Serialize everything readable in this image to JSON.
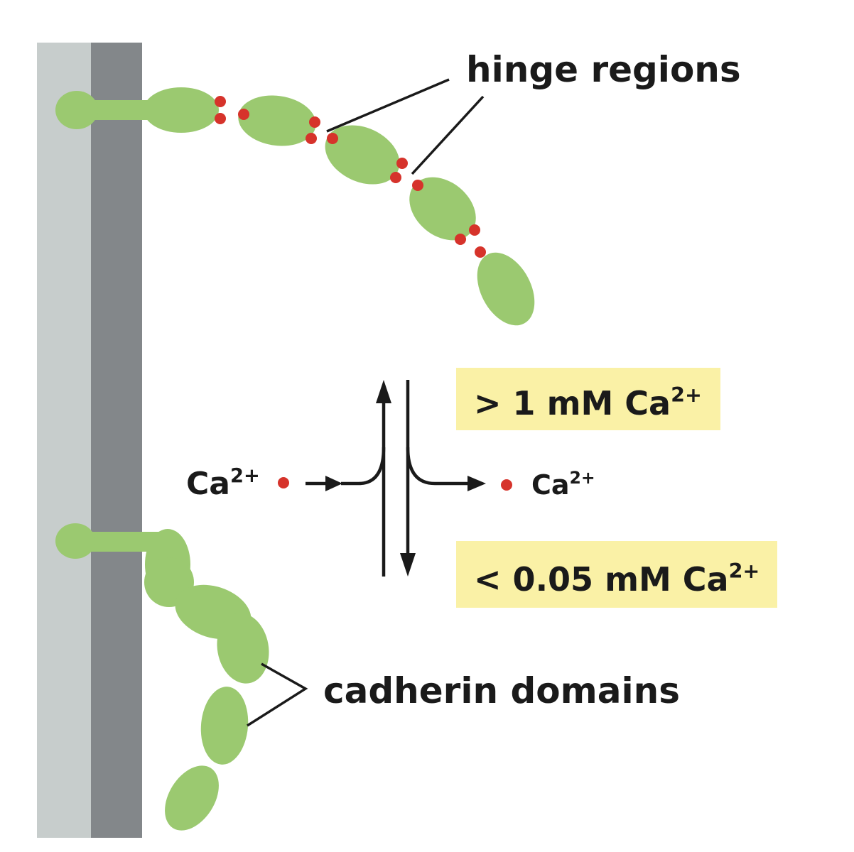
{
  "labels": {
    "hinge_regions": "hinge regions",
    "cadherin_domains": "cadherin domains",
    "ca_left_base": "Ca",
    "ca_left_charge": "2+",
    "ca_right_base": "Ca",
    "ca_right_charge": "2+",
    "high_ca_prefix": "> 1 mM Ca",
    "high_ca_charge": "2+",
    "low_ca_prefix": "< 0.05 mM Ca",
    "low_ca_charge": "2+"
  },
  "colors": {
    "membrane_outer": "#c7cdcc",
    "membrane_inner": "#83878a",
    "cadherin_domain": "#9bc970",
    "calcium_ion": "#d6332b",
    "condition_box": "#faf1a6",
    "line": "#1a1a1a"
  }
}
